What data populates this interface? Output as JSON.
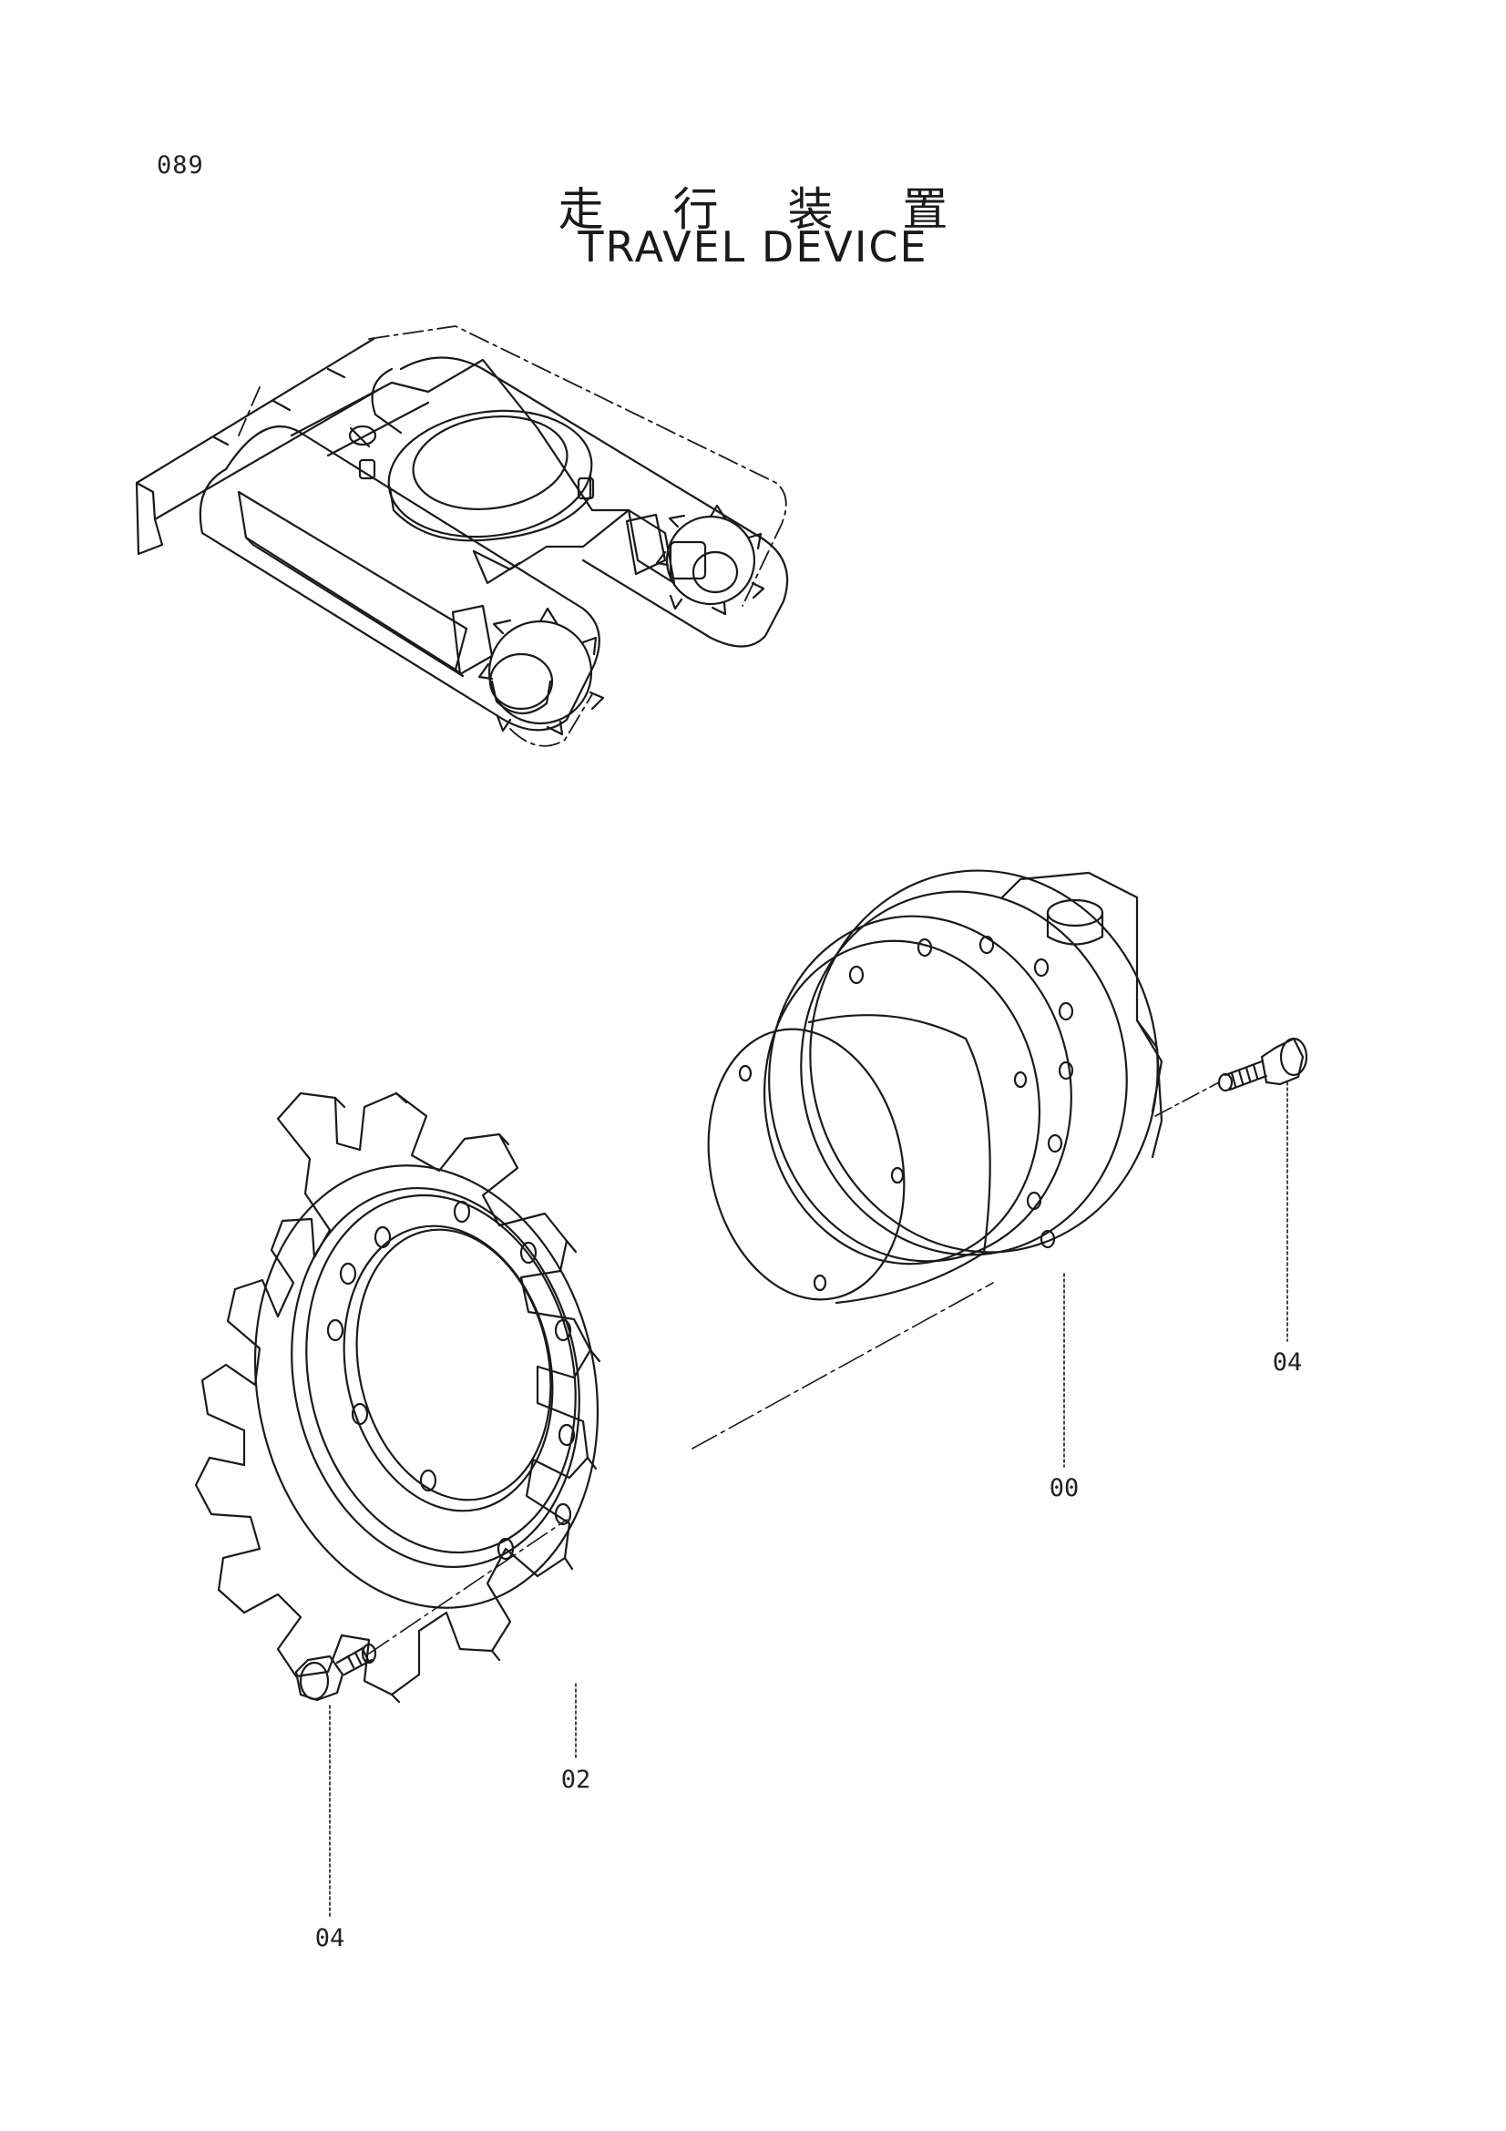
{
  "page_number": "089",
  "title": {
    "japanese": "走 行 装 置",
    "english": "TRAVEL DEVICE"
  },
  "callouts": {
    "travel_motor": "00",
    "sprocket": "02",
    "bolt_right": "04",
    "bolt_left": "04"
  },
  "colors": {
    "line": "#1a1a1a",
    "paper": "#ffffff"
  }
}
